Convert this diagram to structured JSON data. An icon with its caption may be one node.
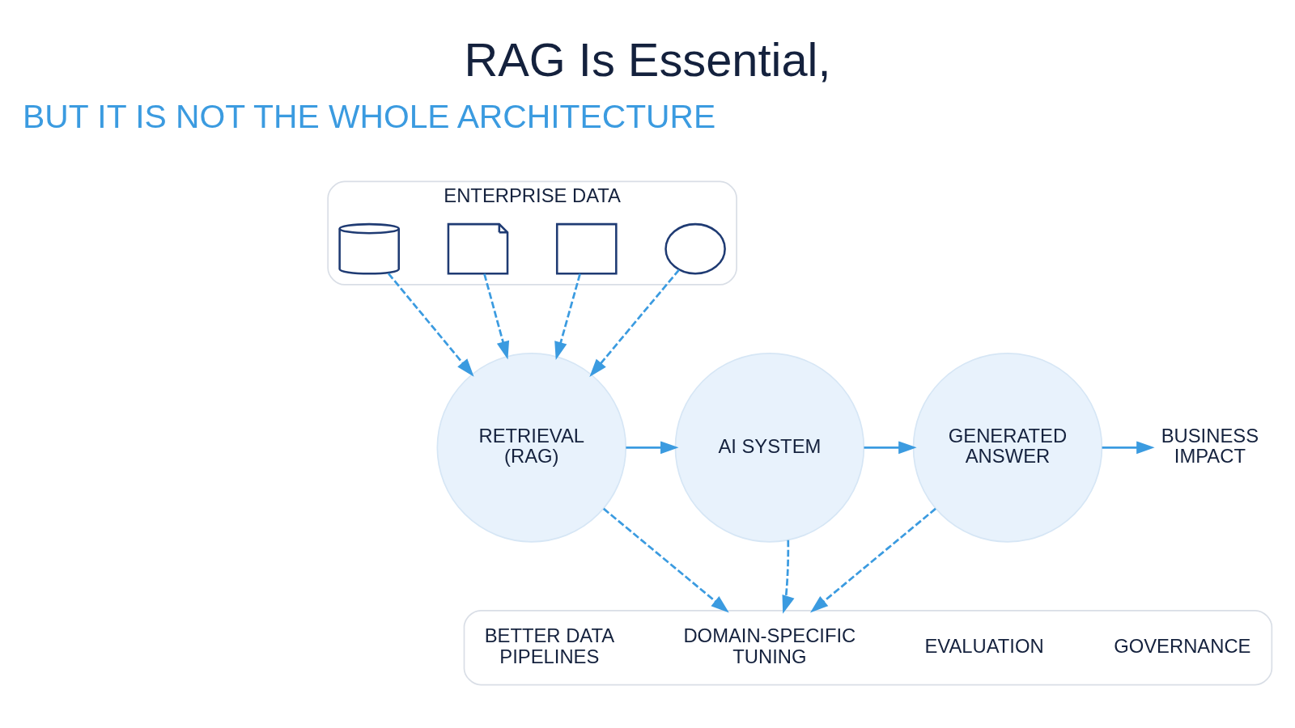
{
  "diagram": {
    "title": "RAG Is Essential,",
    "nodes": [
      {
        "text": [
          "ENTERPRISE DATA"
        ]
      },
      {
        "text": [],
        "shape": "cylinder",
        "in": 0
      },
      {
        "text": [],
        "shape": "document",
        "in": 0
      },
      {
        "text": [],
        "shape": "envelope",
        "in": 0
      },
      {
        "text": [],
        "shape": "cloud",
        "in": 0
      },
      {
        "text": [
          "RETRIEVAL (RAG)"
        ]
      },
      {
        "text": [
          "AI SYSTEM"
        ]
      },
      {
        "text": [
          "GENERATED ANSWER"
        ]
      },
      {
        "text": [
          "BUSINESS IMPACT"
        ]
      },
      {
        "text": [],
        "shape": "box"
      },
      {
        "text": [
          "BETTER DATA PIPELINES"
        ],
        "in": 9
      },
      {
        "text": [
          "DOMAIN-SPECIFIC TUNING"
        ],
        "in": 9
      },
      {
        "text": [
          "EVALUATION"
        ],
        "in": 9
      },
      {
        "text": [
          "GOVERNANCE"
        ],
        "in": 9
      }
    ],
    "edges": [
      {
        "from": 1,
        "to": 5,
        "arrow": "to",
        "style": "dashed"
      },
      {
        "from": 2,
        "to": 5,
        "arrow": "to",
        "style": "dashed"
      },
      {
        "from": 3,
        "to": 5,
        "arrow": "to",
        "style": "dashed"
      },
      {
        "from": 4,
        "to": 5,
        "arrow": "to",
        "style": "dashed"
      },
      {
        "from": 5,
        "to": 6,
        "arrow": "to"
      },
      {
        "from": 6,
        "to": 7,
        "arrow": "to"
      },
      {
        "from": 7,
        "to": 8,
        "arrow": "to"
      },
      {
        "from": 5,
        "to": 9,
        "arrow": "to",
        "style": "dashed"
      },
      {
        "from": 6,
        "to": 9,
        "arrow": "to",
        "style": "dashed"
      },
      {
        "from": 7,
        "to": 9,
        "arrow": "to",
        "style": "dashed"
      }
    ],
    "labels": [
      "BUT IT IS NOT THE WHOLE ARCHITECTURE"
    ]
  }
}
